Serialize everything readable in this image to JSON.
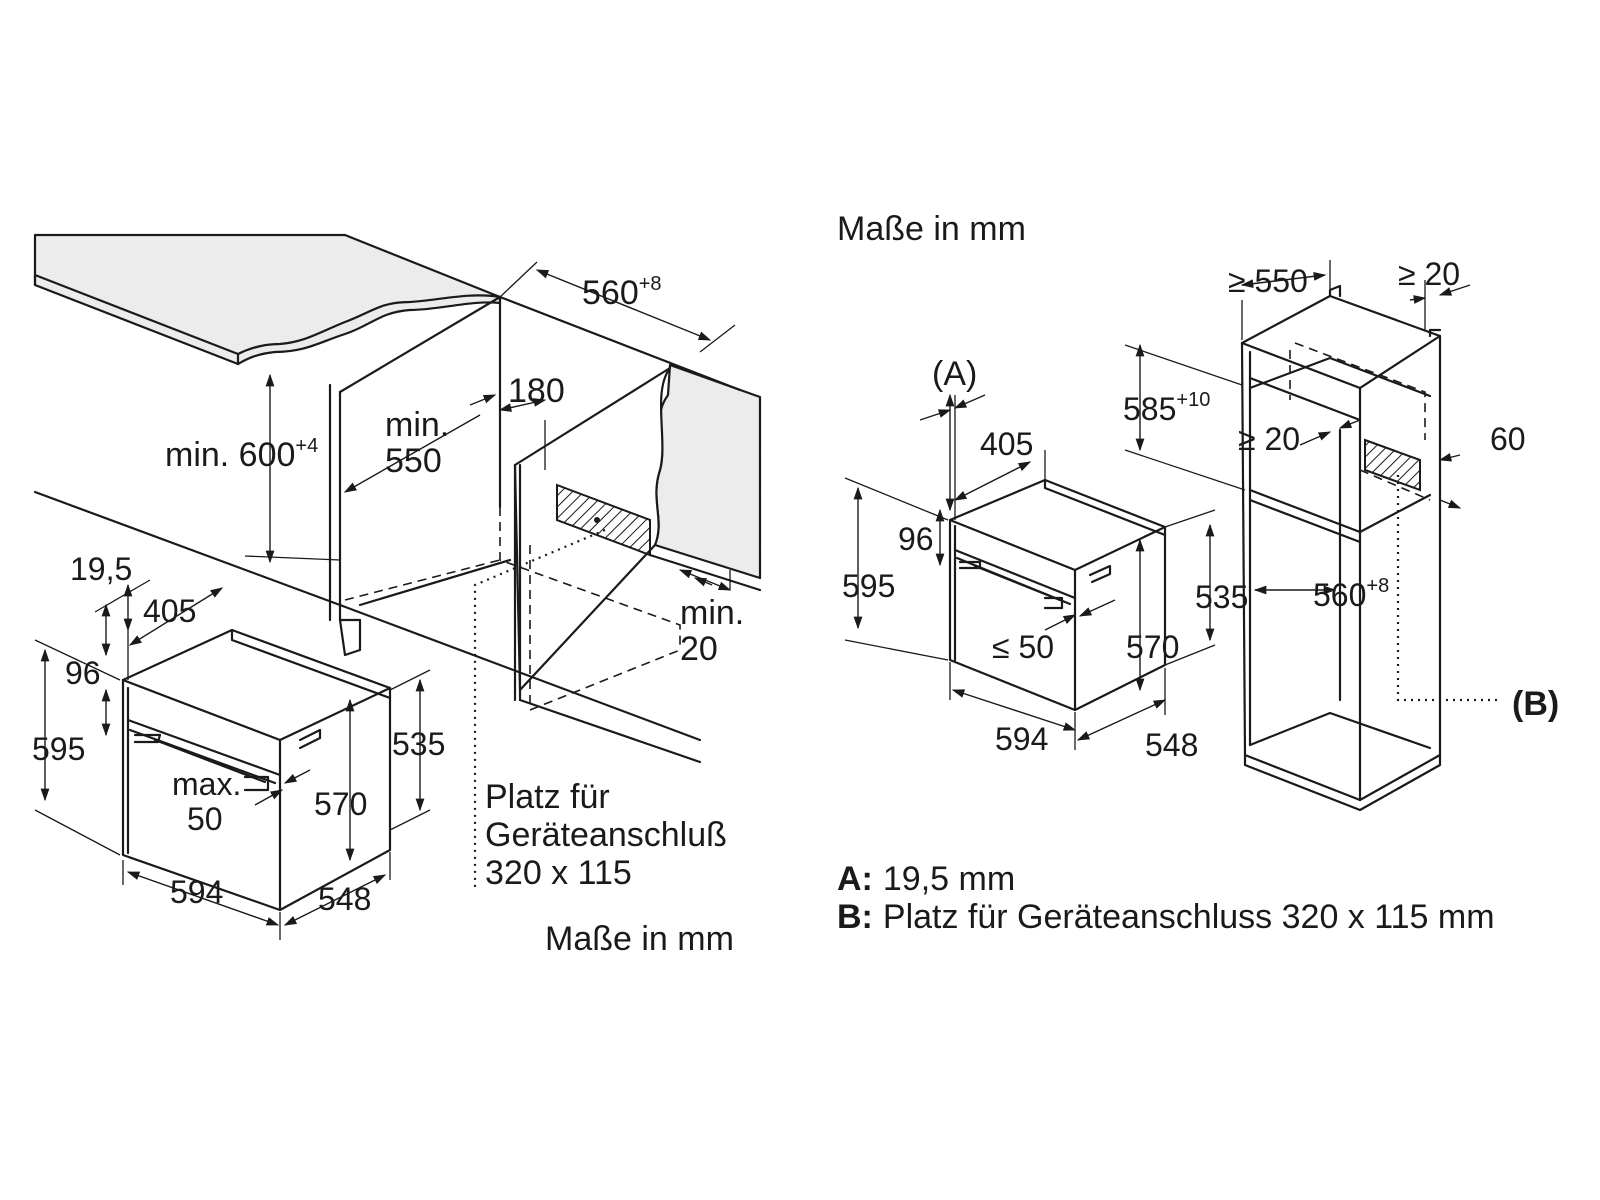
{
  "left_diagram": {
    "units_note": "Maße in mm",
    "niche_width": "560",
    "niche_width_tol": "+8",
    "niche_height": "min. 600",
    "niche_height_tol": "+4",
    "niche_depth_min": "min.",
    "niche_depth": "550",
    "socket_offset": "180",
    "rear_gap_min": "min.",
    "rear_gap": "20",
    "socket_note_1": "Platz für",
    "socket_note_2": "Geräteanschluß",
    "socket_note_3": "320 x 115",
    "oven": {
      "frame_depth": "19,5",
      "top_depth": "405",
      "panel_height": "96",
      "total_height": "595",
      "body_height": "535",
      "door_height": "570",
      "handle_max_1": "max.",
      "handle_max_2": "50",
      "width": "594",
      "depth": "548"
    }
  },
  "right_diagram": {
    "units_note": "Maße in mm",
    "label_a": "(A)",
    "label_b": "(B)",
    "oven": {
      "top_depth": "405",
      "panel_height": "96",
      "total_height": "595",
      "body_height": "535",
      "door_height": "570",
      "handle": "≤ 50",
      "width": "594",
      "depth": "548"
    },
    "cabinet": {
      "depth_min": "≥ 550",
      "rear_gap_min": "≥ 20",
      "niche_height": "585",
      "niche_height_tol": "+10",
      "shelf_gap_min": "≥ 20",
      "vent": "60",
      "niche_width": "560",
      "niche_width_tol": "+8"
    }
  },
  "legend": {
    "a_key": "A:",
    "a_value": "19,5 mm",
    "b_key": "B:",
    "b_value": "Platz für Geräteanschluss 320 x 115 mm"
  }
}
